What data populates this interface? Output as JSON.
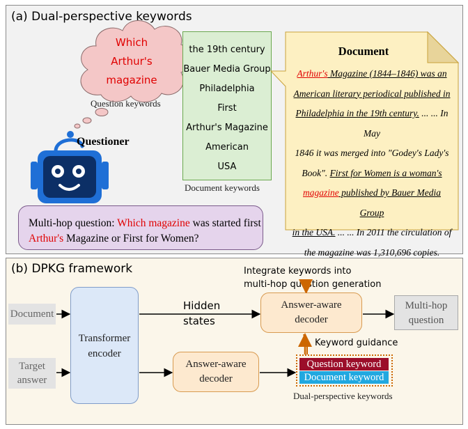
{
  "panel_a": {
    "title": "(a) Dual-perspective keywords",
    "cloud_lines": [
      "Which",
      "Arthur's",
      "magazine"
    ],
    "cloud_caption": "Question keywords",
    "questioner_label": "Questioner",
    "document_keywords": [
      "the 19th century",
      "Bauer Media Group",
      "Philadelphia",
      "First",
      "Arthur's Magazine",
      "American",
      "USA"
    ],
    "document_keywords_caption": "Document keywords",
    "document": {
      "title": "Document",
      "lines": [
        [
          {
            "t": "Arthur's",
            "u": true,
            "red": true
          },
          {
            "t": " Magazine (1844–1846) was an",
            "u": true
          }
        ],
        [
          {
            "t": "American literary periodical published in",
            "u": true
          }
        ],
        [
          {
            "t": "Philadelphia in the 19th century.",
            "u": true
          },
          {
            "t": " ... ... In May"
          }
        ],
        [
          {
            "t": "1846 it was merged into \"Godey's Lady's"
          }
        ],
        [
          {
            "t": "Book\". "
          },
          {
            "t": "First for Women is a woman's",
            "u": true
          }
        ],
        [
          {
            "t": "magazine",
            "u": true,
            "red": true
          },
          {
            "t": " published by Bauer Media Group",
            "u": true
          }
        ],
        [
          {
            "t": "in the USA.",
            "u": true
          },
          {
            "t": " ... ... In 2011 the circulation of"
          }
        ],
        [
          {
            "t": "the magazine was 1,310,696 copies."
          }
        ]
      ]
    },
    "question": {
      "prefix": "Multi-hop question: ",
      "highlight1": "Which magazine",
      "middle": " was started first",
      "highlight2": "Arthur's",
      "suffix": " Magazine or First for Women?"
    }
  },
  "panel_b": {
    "title": "(b) DPKG framework",
    "input_document": "Document",
    "input_answer_line1": "Target",
    "input_answer_line2": "answer",
    "encoder_line1": "Transformer",
    "encoder_line2": "encoder",
    "hidden_line1": "Hidden",
    "hidden_line2": "states",
    "integrate_line1": "Integrate keywords into",
    "integrate_line2": "multi-hop question generation",
    "decoder_top_line1": "Answer-aware",
    "decoder_top_line2": "decoder",
    "decoder_bottom_line1": "Answer-aware",
    "decoder_bottom_line2": "decoder",
    "output_line1": "Multi-hop",
    "output_line2": "question",
    "keyword_guidance": "Keyword guidance",
    "question_keyword": "Question keyword",
    "document_keyword": "Document keyword",
    "dual_caption": "Dual-perspective keywords"
  },
  "colors": {
    "red_text": "#e00000",
    "cloud_fill": "#f4c7c7",
    "keyword_box_fill": "#dbeed3",
    "document_fill": "#fdf0c2",
    "question_fill": "#e5d4ec",
    "encoder_fill": "#dce8f8",
    "decoder_fill": "#fde9cf",
    "arrow_orange": "#cc6600",
    "question_keyword_fill": "#9b0e2a",
    "document_keyword_fill": "#21a8e0",
    "robot_blue": "#1f6fd6"
  }
}
